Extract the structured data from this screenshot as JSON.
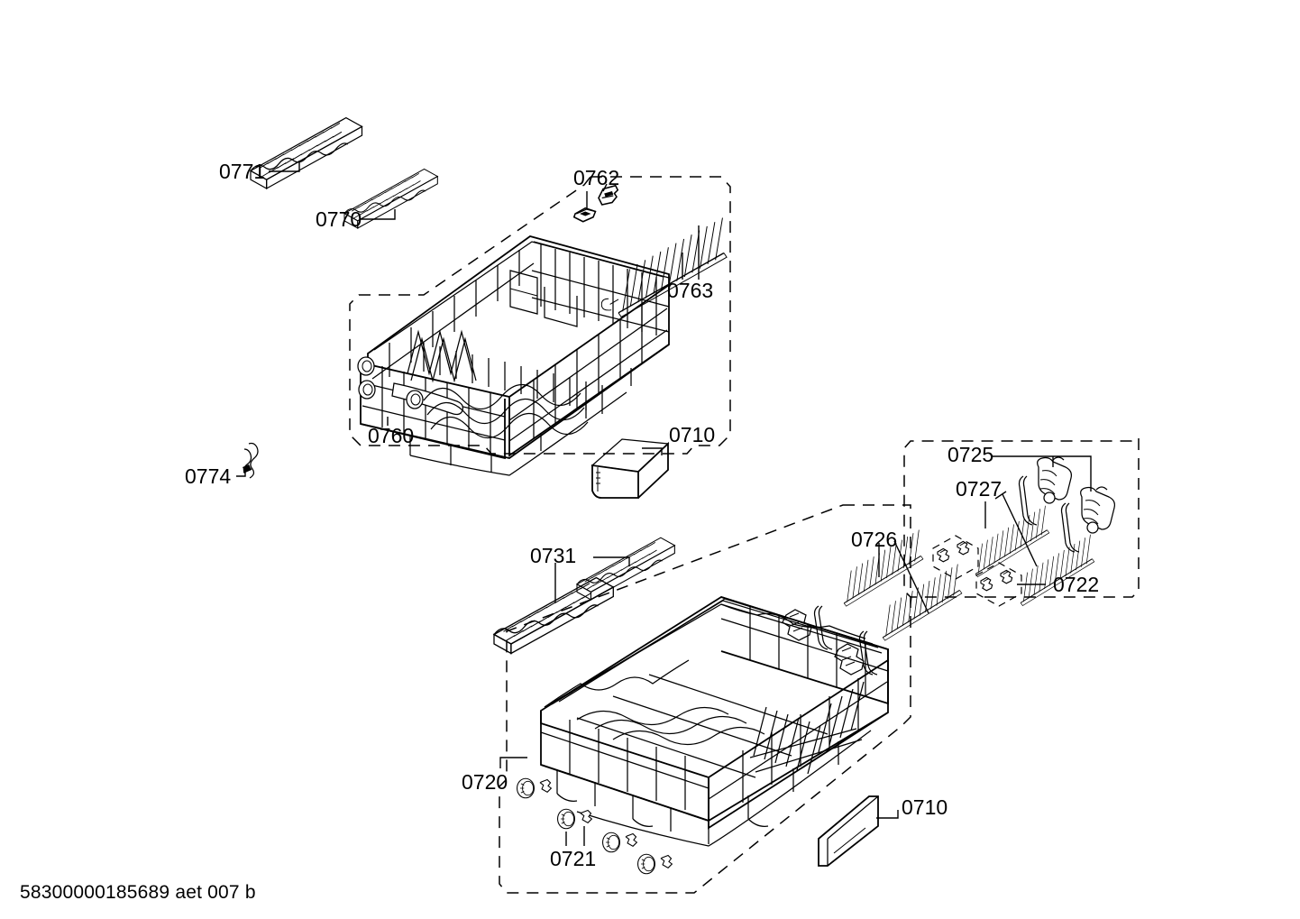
{
  "document": {
    "type": "exploded-parts-diagram",
    "subject": "Dishwasher upper and lower baskets",
    "footer": "58300000185689 aet 007 b"
  },
  "labels": {
    "p0771": "0771",
    "p0770": "0770",
    "p0762": "0762",
    "p0763": "0763",
    "p0760": "0760",
    "p0774": "0774",
    "p0710_upper": "0710",
    "p0725": "0725",
    "p0727": "0727",
    "p0726": "0726",
    "p0722": "0722",
    "p0731": "0731",
    "p0720": "0720",
    "p0721": "0721",
    "p0710_lower": "0710"
  },
  "parts": [
    {
      "number": "0771",
      "name": "folding-plate-rack-long",
      "group": "upper-basket-accessories"
    },
    {
      "number": "0770",
      "name": "folding-plate-rack-short",
      "group": "upper-basket-accessories"
    },
    {
      "number": "0762",
      "name": "rack-clip-pair",
      "group": "upper-basket"
    },
    {
      "number": "0763",
      "name": "folding-tine-row",
      "group": "upper-basket"
    },
    {
      "number": "0760",
      "name": "upper-basket-assembly",
      "group": "upper-basket"
    },
    {
      "number": "0774",
      "name": "wire-clip",
      "group": "loose"
    },
    {
      "number": "0710",
      "name": "cutlery-tray-upper",
      "group": "loose"
    },
    {
      "number": "0725",
      "name": "handle-bracket-pair",
      "group": "lower-basket"
    },
    {
      "number": "0727",
      "name": "folding-tine-row-right",
      "group": "lower-basket"
    },
    {
      "number": "0726",
      "name": "folding-tine-row-left",
      "group": "lower-basket"
    },
    {
      "number": "0722",
      "name": "small-clip-set",
      "group": "lower-basket"
    },
    {
      "number": "0731",
      "name": "folding-plate-rack-lower",
      "group": "lower-basket-accessories"
    },
    {
      "number": "0720",
      "name": "lower-basket-assembly",
      "group": "lower-basket"
    },
    {
      "number": "0721",
      "name": "basket-roller-wheel-set",
      "group": "lower-basket"
    },
    {
      "number": "0710",
      "name": "cutlery-tray-lower",
      "group": "loose"
    }
  ],
  "colors": {
    "line": "#000000",
    "background": "#ffffff"
  }
}
